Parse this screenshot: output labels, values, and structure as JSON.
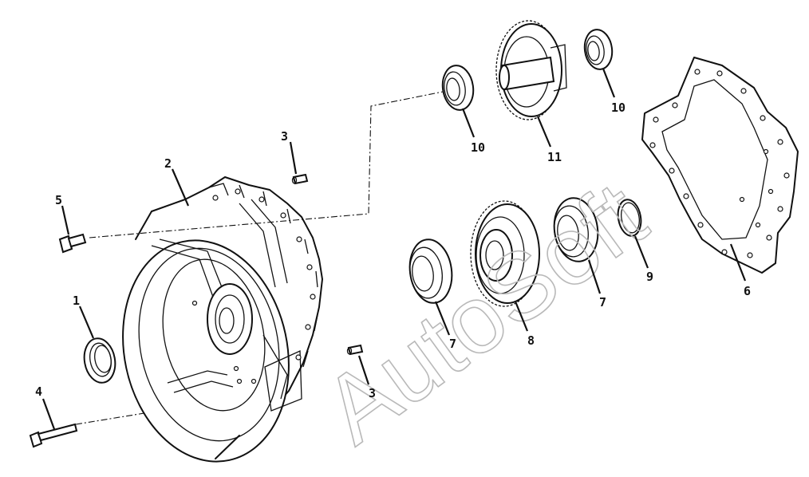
{
  "watermark": "AutoSoft",
  "callouts": [
    {
      "id": "c1",
      "label": "1"
    },
    {
      "id": "c2",
      "label": "2"
    },
    {
      "id": "c3a",
      "label": "3"
    },
    {
      "id": "c3b",
      "label": "3"
    },
    {
      "id": "c4",
      "label": "4"
    },
    {
      "id": "c5",
      "label": "5"
    },
    {
      "id": "c6",
      "label": "6"
    },
    {
      "id": "c7a",
      "label": "7"
    },
    {
      "id": "c7b",
      "label": "7"
    },
    {
      "id": "c8",
      "label": "8"
    },
    {
      "id": "c9",
      "label": "9"
    },
    {
      "id": "c10a",
      "label": "10"
    },
    {
      "id": "c10b",
      "label": "10"
    },
    {
      "id": "c11",
      "label": "11"
    }
  ]
}
